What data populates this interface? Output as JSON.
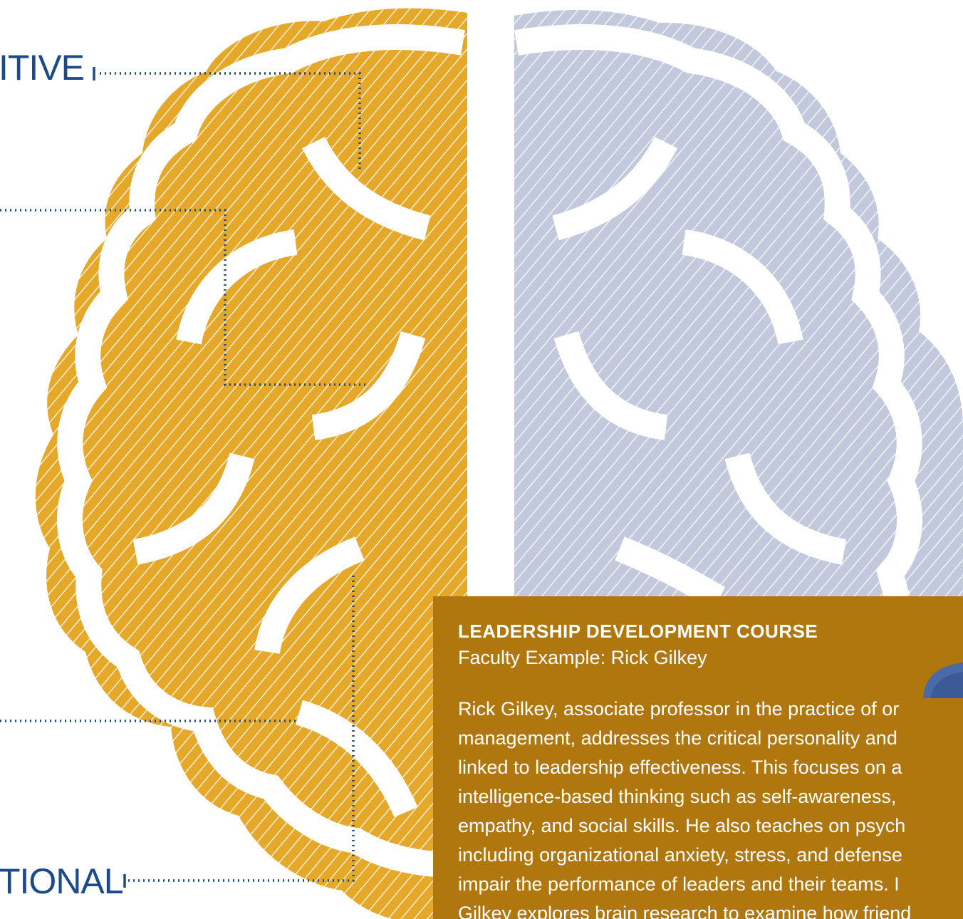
{
  "labels": {
    "top": "ITIVE",
    "bottom": "TIONAL"
  },
  "info_box": {
    "title": "LEADERSHIP DEVELOPMENT COURSE",
    "subtitle": "Faculty Example: Rick Gilkey",
    "body_lines": [
      "Rick Gilkey, associate professor in the practice of or",
      "management, addresses the critical personality and",
      "linked to leadership effectiveness. This focuses on a",
      "intelligence-based thinking such as self-awareness,",
      "empathy, and social skills. He also teaches on psych",
      "including organizational anxiety, stress, and defense",
      "impair the performance of leaders and their teams. I",
      "Gilkey explores brain research to examine how friend"
    ]
  },
  "colors": {
    "left_hemisphere": "#e6a829",
    "right_hemisphere": "#c2c9dc",
    "box_background": "#b1770f",
    "label_text": "#1c4b8c",
    "dotted_line": "#1d4a83",
    "photo_tone": "#4a6aa8"
  }
}
